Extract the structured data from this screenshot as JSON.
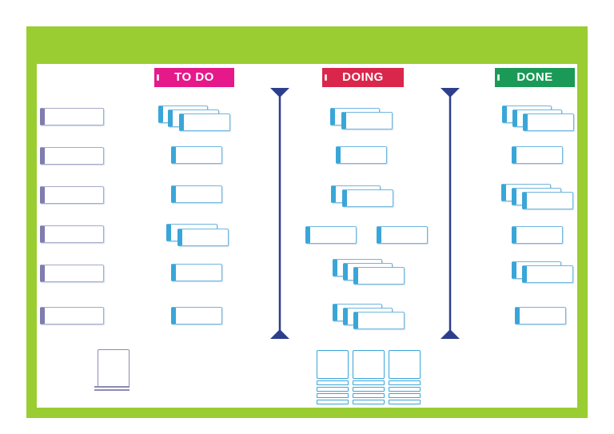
{
  "board": {
    "columns": [
      {
        "label": "TO DO",
        "color": "#e5198a"
      },
      {
        "label": "DOING",
        "color": "#d9264a"
      },
      {
        "label": "DONE",
        "color": "#1a9a56"
      }
    ],
    "frame_color": "#9acd32",
    "card_accent_color": "#3aa6d8",
    "separator_color": "#2c3e8c"
  }
}
